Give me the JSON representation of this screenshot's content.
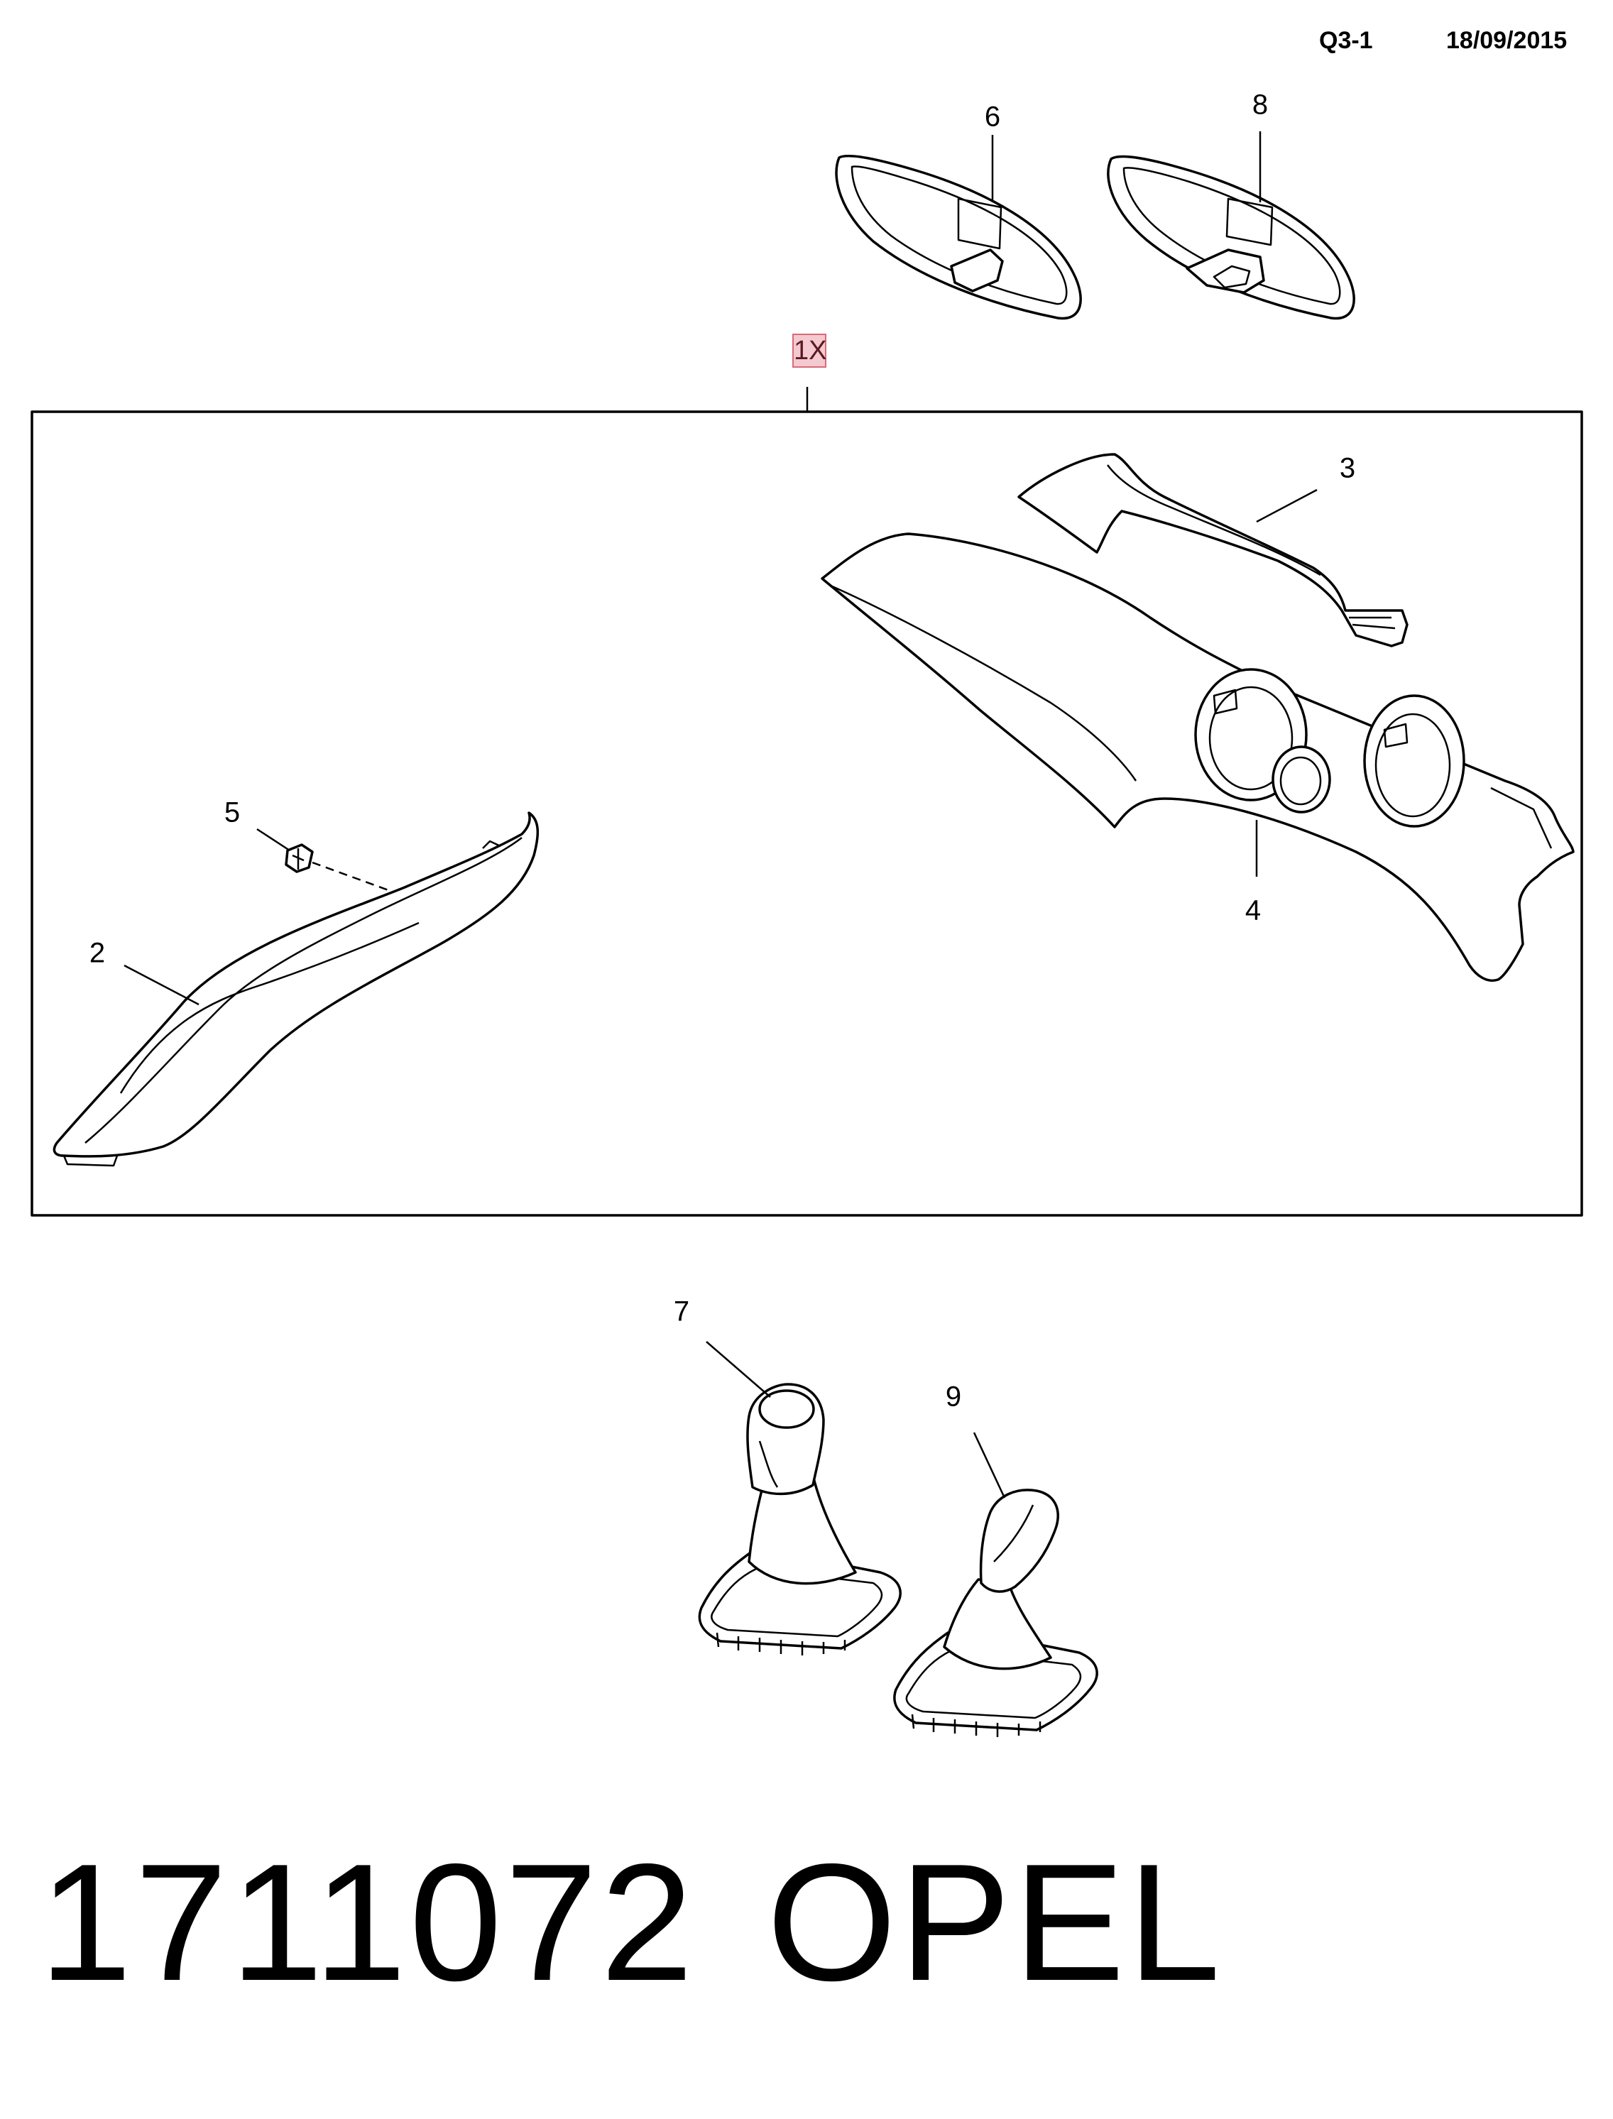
{
  "header": {
    "page_code": "Q3-1",
    "date": "18/09/2015"
  },
  "quantity_label": "1X",
  "callouts": [
    "6",
    "8",
    "3",
    "5",
    "2",
    "4",
    "7",
    "9"
  ],
  "footer": {
    "part_number": "1711072",
    "brand": "OPEL"
  }
}
